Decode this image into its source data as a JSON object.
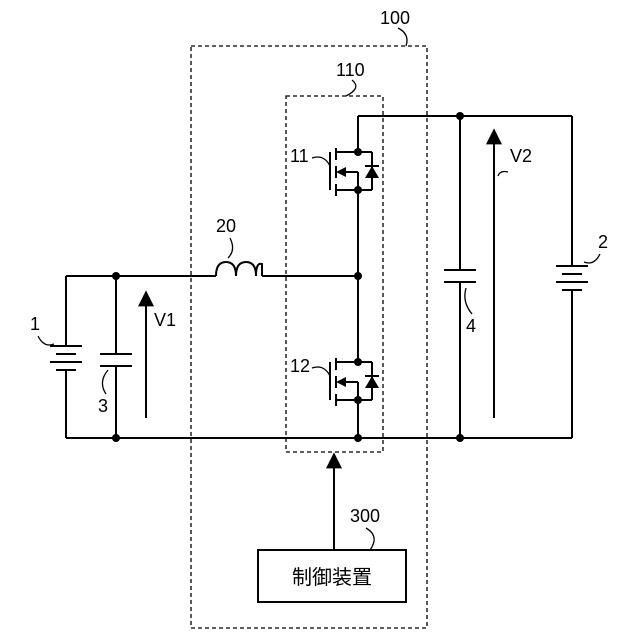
{
  "labels": {
    "converter": "100",
    "switch_module": "110",
    "inductor": "20",
    "source_left": "1",
    "source_right": "2",
    "capacitor_left": "3",
    "capacitor_right": "4",
    "switch_upper": "11",
    "switch_lower": "12",
    "controller_ref": "300",
    "voltage_left": "V1",
    "voltage_right": "V2"
  },
  "controller": {
    "text": "制御装置"
  }
}
